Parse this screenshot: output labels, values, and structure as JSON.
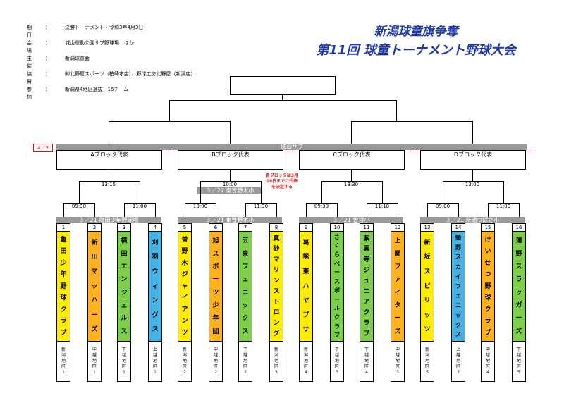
{
  "info": [
    {
      "key": "期　　日",
      "value": "決勝トーナメント・令和3年4月3日"
    },
    {
      "key": "会　　場",
      "value": "城山運動公園サブ野球場　ほか"
    },
    {
      "key": "主　　催",
      "value": "新潟球童会"
    },
    {
      "key": "協　　賛",
      "value": "㈱北野屋スポーツ（柏崎本店）、野球工房北野屋（新潟店）"
    },
    {
      "key": "参　　加",
      "value": "新潟県4地区選抜　16チーム"
    }
  ],
  "title": {
    "line1": "新潟球童旗争奪",
    "line2": "第11回 球童トーナメント野球大会"
  },
  "final_date_tag": "4／3",
  "final_venue": "城山サブ",
  "blocks": [
    "Aブロック代表",
    "Bブロック代表",
    "Cブロック代表",
    "Dブロック代表"
  ],
  "block_note": "各ブロックは3月28日までに代表を決定する",
  "block_finals": [
    {
      "time": "13:15",
      "venue": ""
    },
    {
      "time": "10:00",
      "venue": "３／27 東曽野木小"
    },
    {
      "time": "13:30",
      "venue": ""
    },
    {
      "time": "13:00",
      "venue": ""
    }
  ],
  "first_round": [
    {
      "venue": "３／21 亀田少年野球場",
      "times": [
        "09:30",
        "11:00"
      ]
    },
    {
      "venue": "３／21 東曽野木小",
      "times": [
        "10:00",
        "11:30"
      ]
    },
    {
      "venue": "３／21 曽宮小",
      "times": [
        "09:30",
        "11:10"
      ]
    },
    {
      "venue": "３／21 新通つばさ小",
      "times": [
        "09:00",
        "11:00"
      ]
    }
  ],
  "teams": [
    {
      "num": "1",
      "name": "亀田少年野球クラブ",
      "area": "新潟地区１",
      "color": "#ffec00"
    },
    {
      "num": "2",
      "name": "新川マッハーズ",
      "area": "中越地区１",
      "color": "#ffb21c"
    },
    {
      "num": "3",
      "name": "横田エンジェルス",
      "area": "下越地区１",
      "color": "#7dcf4a"
    },
    {
      "num": "4",
      "name": "刈羽ウィングス",
      "area": "上越地区１",
      "color": "#46b2e4"
    },
    {
      "num": "5",
      "name": "曽野木ジャイアンツ",
      "area": "新潟地区２",
      "color": "#ffec00"
    },
    {
      "num": "6",
      "name": "旭スポーツ少年団",
      "area": "中越地区２",
      "color": "#ffb21c"
    },
    {
      "num": "7",
      "name": "五泉フェニックス",
      "area": "下越地区２",
      "color": "#7dcf4a"
    },
    {
      "num": "8",
      "name": "真砂マリンストロング",
      "area": "新潟地区３",
      "color": "#ffec00"
    },
    {
      "num": "9",
      "name": "葛塚東ハヤブサ",
      "area": "新潟地区４",
      "color": "#ffec00"
    },
    {
      "num": "10",
      "name": "さくらベースボールクラブ",
      "area": "下越地区３",
      "color": "#7dcf4a"
    },
    {
      "num": "11",
      "name": "紫雲寺ジュニアクラブ",
      "area": "下越地区４",
      "color": "#7dcf4a"
    },
    {
      "num": "12",
      "name": "上関ファイターズ",
      "area": "中越地区３",
      "color": "#ffb21c"
    },
    {
      "num": "13",
      "name": "新坂スピリッツ",
      "area": "新潟地区５",
      "color": "#ffec00"
    },
    {
      "num": "14",
      "name": "頸野スカイフェニックス",
      "area": "上越地区２",
      "color": "#46b2e4"
    },
    {
      "num": "15",
      "name": "けいせつ野球クラブ",
      "area": "中越地区４",
      "color": "#ffb21c"
    },
    {
      "num": "16",
      "name": "運野スラッガーズ",
      "area": "下越地区５",
      "color": "#7dcf4a"
    }
  ]
}
